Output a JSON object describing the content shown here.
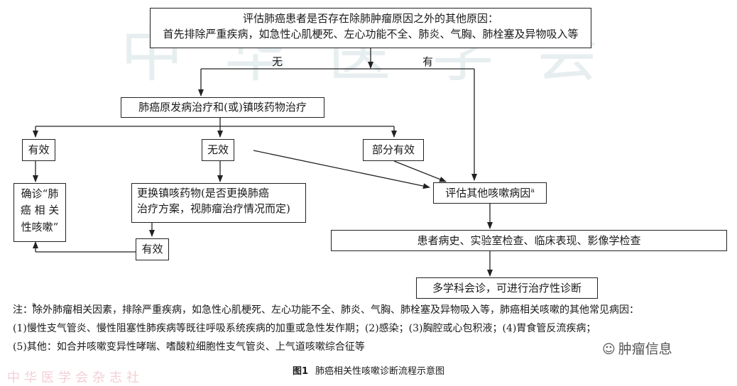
{
  "watermarks": {
    "background": "中华医学会",
    "bottom": "中华医学会杂志社",
    "brand_icon": "wechat-icon",
    "brand_text": "肿瘤信息"
  },
  "flowchart": {
    "top_box": {
      "line1": "评估肺癌患者是否存在除肺肿瘤原因之外的其他原因：",
      "line2": "首先排除严重疾病，如急性心肌梗死、左心功能不全、肺炎、气胸、肺栓塞及异物吸入等"
    },
    "label_no": "无",
    "label_yes": "有",
    "treatment_box": "肺癌原发病治疗和(或)镇咳药物治疗",
    "effective_left": "有效",
    "ineffective": "无效",
    "partial_effective": "部分有效",
    "confirm_box": {
      "line1": "确诊“肺",
      "line2": "癌 相 关",
      "line3": "性咳嗽”"
    },
    "change_drug_box": {
      "line1": "更换镇咳药物(是否更换肺癌",
      "line2": "治疗方案，视肺瘤治疗情况而定)"
    },
    "effective_bottom": "有效",
    "evaluate_box": {
      "text": "评估其他咳嗽病因",
      "sup": "a"
    },
    "history_box": "患者病史、实验室检查、临床表现、影像学检查",
    "mdt_box": "多学科会诊，可进行治疗性诊断"
  },
  "notes": {
    "sup": "a",
    "line1": "注：除外肺瘤相关因素，排除严重疾病，如急性心肌梗死、左心功能不全、肺炎、气胸、肺栓塞及异物吸入等，肺癌相关咳嗽的其他常见病因：",
    "line2": "(1)慢性支气管炎、慢性阻塞性肺疾病等既往呼吸系统疾病的加重或急性发作期；(2)感染；(3)胸腔或心包积液；(4)胃食管反流疾病；",
    "line3": "(5)其他：如合并咳嗽变异性哮喘、嗜酸粒细胞性支气管炎、上气道咳嗽综合征等"
  },
  "caption": {
    "label": "图1",
    "text": "肺癌相关性咳嗽诊断流程示意图"
  }
}
